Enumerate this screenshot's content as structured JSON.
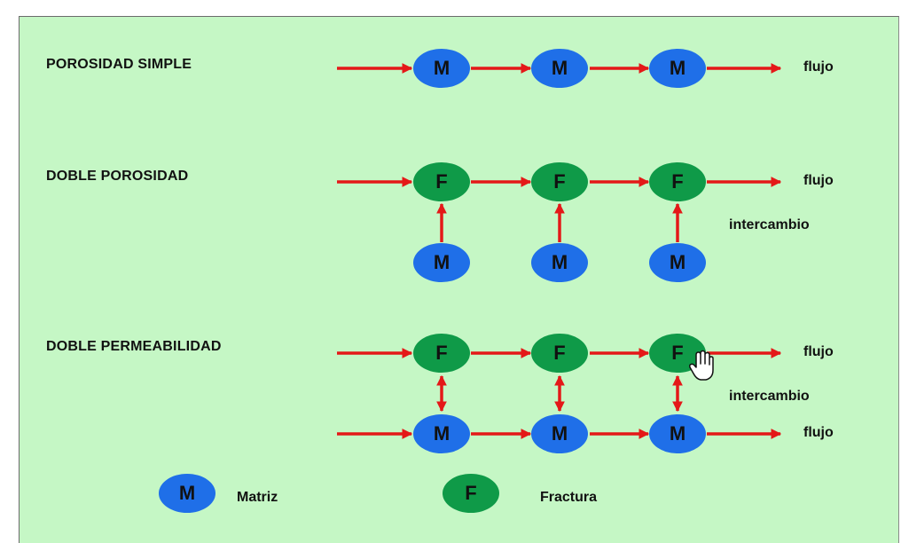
{
  "colors": {
    "background": "#c5f7c5",
    "matrix_node": "#1f6fe8",
    "fracture_node": "#0f9a48",
    "arrow": "#e41818"
  },
  "rows": {
    "simple": {
      "label": "POROSIDAD SIMPLE",
      "node_letter": "M",
      "flow_label": "flujo"
    },
    "double_porosity": {
      "label": "DOBLE POROSIDAD",
      "fracture_letter": "F",
      "matrix_letter": "M",
      "flow_label": "flujo",
      "exchange_label": "intercambio"
    },
    "double_permeability": {
      "label": "DOBLE PERMEABILIDAD",
      "fracture_letter": "F",
      "matrix_letter": "M",
      "flow_label_top": "flujo",
      "exchange_label": "intercambio",
      "flow_label_bottom": "flujo"
    }
  },
  "legend": {
    "matrix_letter": "M",
    "matrix_label": "Matriz",
    "fracture_letter": "F",
    "fracture_label": "Fractura"
  },
  "cursor_icon": "hand-pointer-icon"
}
